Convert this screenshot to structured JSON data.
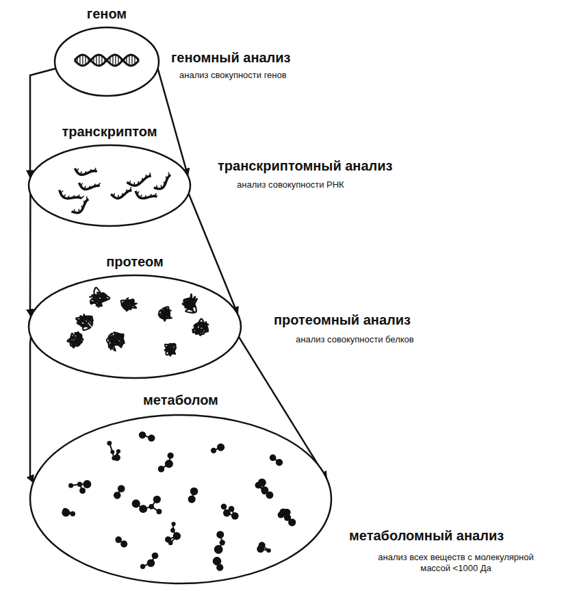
{
  "diagram": {
    "nodes": [
      {
        "text": [
          "геном"
        ]
      },
      {
        "text": [
          "транскриптом"
        ]
      },
      {
        "text": [
          "протеом"
        ]
      },
      {
        "text": [
          "метаболом"
        ]
      }
    ],
    "edges": [
      {
        "from": 0,
        "to": 1,
        "arrow": "to"
      },
      {
        "from": 1,
        "to": 2,
        "arrow": "to"
      },
      {
        "from": 2,
        "to": 3,
        "arrow": "to"
      },
      {
        "from": 0,
        "to": 1,
        "arrow": "to"
      },
      {
        "from": 1,
        "to": 2,
        "arrow": "to"
      },
      {
        "from": 2,
        "to": 3,
        "arrow": "to"
      }
    ],
    "labels": [
      "геномный анализ",
      "анализ свокупности генов",
      "транскриптомный анализ",
      "анализ совокупности РНК",
      "протеомный анализ",
      "анализ совокупности белков",
      "метаболомный анализ",
      "анализ всех веществ с молекулярной массой <1000 Да"
    ]
  }
}
